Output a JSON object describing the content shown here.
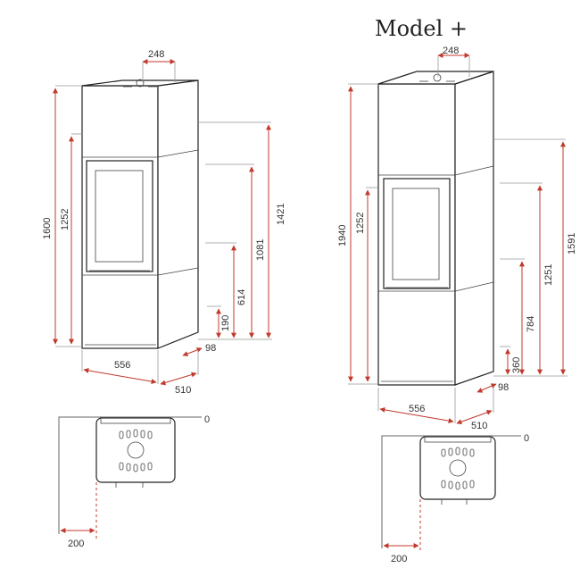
{
  "model_plus_title": "Model +",
  "standard": {
    "top_opening": "248",
    "total_height": "1600",
    "door_top": "1252",
    "mid_height": "1421",
    "door_height": "1081",
    "lower_panel": "614",
    "base": "190",
    "depth_offset": "98",
    "width": "556",
    "depth": "510",
    "wall_zero": "0",
    "wall_distance": "200"
  },
  "plus": {
    "top_opening": "248",
    "total_height": "1940",
    "door_top": "1252",
    "mid_height": "1591",
    "door_height": "1251",
    "lower_panel": "784",
    "base": "360",
    "depth_offset": "98",
    "width": "556",
    "depth": "510",
    "wall_zero": "0",
    "wall_distance": "200"
  }
}
